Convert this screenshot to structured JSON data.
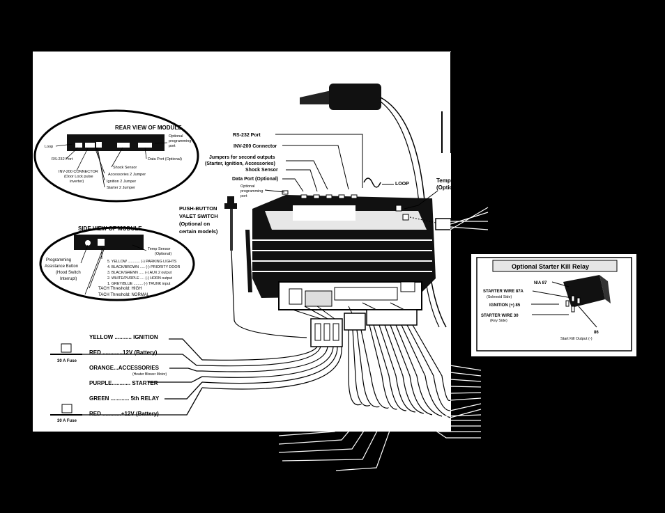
{
  "rear_view": {
    "title": "REAR VIEW OF MODULE",
    "loop": "Loop",
    "rs232": "RS-232 Port",
    "inv200_1": "INV-200 CONNECTOR",
    "inv200_2": "(Door Lock pulse",
    "inv200_3": "inverter)",
    "optional_prog_1": "Optional",
    "optional_prog_2": "programming",
    "optional_prog_3": "port",
    "data_port": "Data Port (Optional)",
    "shock_sensor": "Shock Sensor",
    "acc2": "Accessories 2 Jumper",
    "ign2": "Ignition 2 Jumper",
    "starter2": "Starter 2 Jumper"
  },
  "side_view": {
    "title": "SIDE VIEW OF MODULE",
    "temp_sensor_1": "Temp Sensor",
    "temp_sensor_2": "(Optional)",
    "prog_btn_1": "Programming",
    "prog_btn_2": "Assistance Button",
    "prog_btn_3": "(Hood Switch",
    "prog_btn_4": "Interrupt)",
    "pin5": "5. YELLOW ............ (-) PARKING LIGHTS",
    "pin4": "4. BLACK/BROWN ..... (-) PRIORITY DOOR",
    "pin3": "3. BLACK/GRENN ..... (-) AUX 2 output",
    "pin2": "2. WHITE/PURPLE .... (-) HORN output",
    "pin1": "1. GREY/BLUE ......... (-) TRUNK input",
    "tach_high": "TACH Threshold: HIGH",
    "tach_normal": "TACH Threshold: NORMAL"
  },
  "module_labels": {
    "rs232": "RS-232 Port",
    "inv200": "INV-200 Connector",
    "jumpers_1": "Jumpers for second outputs",
    "jumpers_2": "(Starter, Ignition, Accessories)",
    "shock": "Shock Sensor",
    "data_port": "Data Port (Optional)",
    "opt_prog_1": "Optional",
    "opt_prog_2": "programming",
    "opt_prog_3": "port",
    "loop": "LOOP",
    "temp_1": "Temp Sensor",
    "temp_2": "(Optional)",
    "valet_1": "PUSH-BUTTON",
    "valet_2": "VALET SWITCH",
    "valet_3": "(Optional on",
    "valet_4": "certain models)"
  },
  "wires": {
    "yellow": "YELLOW  ........... IGNITION",
    "red1": "RED  .............12V (Battery)",
    "orange": "ORANGE...ACCESSORIES",
    "orange_sub": "(Heater Blower Motor)",
    "purple": "PURPLE............ STARTER",
    "green": "GREEN  ............ 5th RELAY",
    "red2": "RED  ............+12V (Battery)",
    "fuse1": "30 A Fuse",
    "fuse2": "30 A Fuse"
  },
  "relay": {
    "title": "Optional Starter Kill Relay",
    "na87": "N/A 87",
    "sw87a_1": "STARTER WIRE 87A",
    "sw87a_2": "(Solenoid Side)",
    "ign85": "IGNITION (+) 85",
    "sw30_1": "STARTER WIRE 30",
    "sw30_2": "(Key Side)",
    "pin86": "86",
    "kill_out": "Start Kill Output (-)"
  },
  "colors": {
    "background": "#000000",
    "paper": "#ffffff",
    "ink": "#000000",
    "relay_title_bg": "#e6e6e6"
  }
}
